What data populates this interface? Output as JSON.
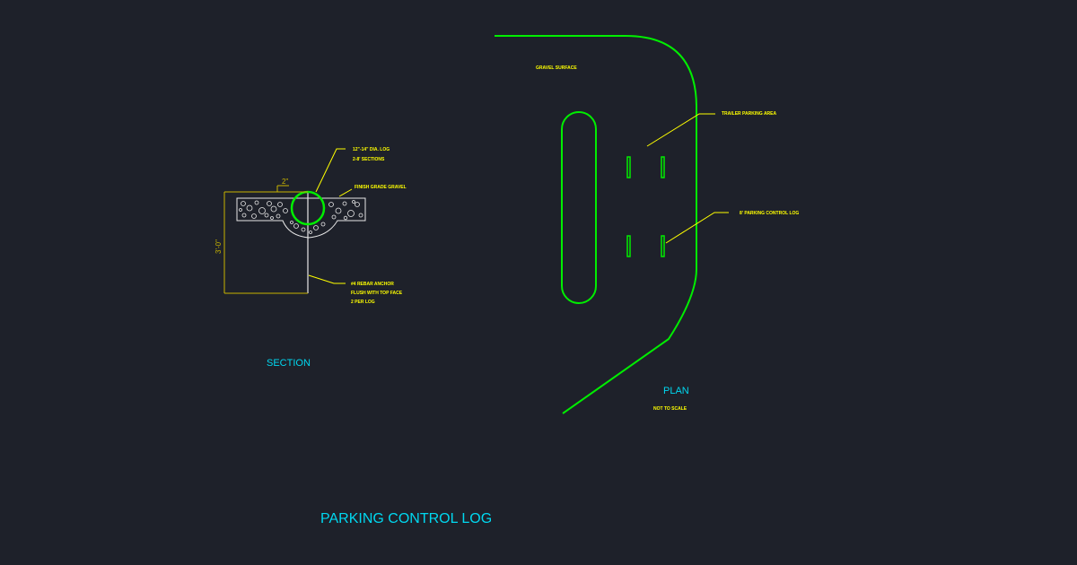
{
  "colors": {
    "background": "#1e212a",
    "annotation": "#ffff00",
    "dimension": "#c8b400",
    "outline": "#00ee00",
    "title": "#00d8f0",
    "detail": "#e8e8e8"
  },
  "section": {
    "title": "SECTION",
    "dimension_width": "2\"",
    "dimension_height": "3'-0\"",
    "callouts": {
      "log_line1": "12\"-14\" DIA. LOG",
      "log_line2": "2-8' SECTIONS",
      "gravel": "FINISH GRADE GRAVEL",
      "rebar_line1": "#4 REBAR ANCHOR",
      "rebar_line2": "FLUSH WITH TOP FACE",
      "rebar_line3": "2 PER LOG"
    }
  },
  "plan": {
    "title": "PLAN",
    "scale_note": "NOT TO SCALE",
    "callouts": {
      "gravel_surface": "GRAVEL SURFACE",
      "trailer_parking": "TRAILER PARKING AREA",
      "control_log": "8' PARKING CONTROL LOG"
    }
  },
  "sheet": {
    "title": "PARKING CONTROL LOG"
  }
}
